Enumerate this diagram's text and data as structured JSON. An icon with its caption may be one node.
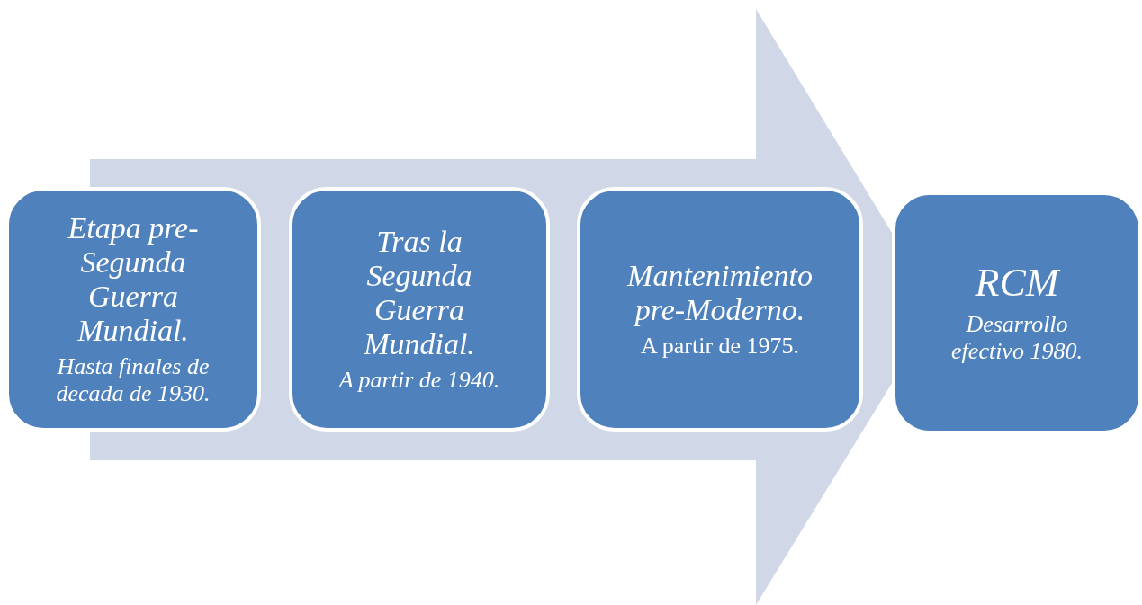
{
  "diagram": {
    "nodes": [
      {
        "text": [
          "Etapa pre-Segunda Guerra Mundial.",
          "Hasta finales de decada de 1930."
        ]
      },
      {
        "text": [
          "Tras la Segunda Guerra Mundial.",
          "A partir de 1940."
        ]
      },
      {
        "text": [
          "Mantenimiento pre-Moderno.",
          "A partir de 1975."
        ]
      },
      {
        "text": [
          "RCM",
          "Desarrollo efectivo 1980."
        ]
      }
    ],
    "edges": [
      {
        "from": 0,
        "to": 3,
        "arrow": "to"
      }
    ]
  }
}
